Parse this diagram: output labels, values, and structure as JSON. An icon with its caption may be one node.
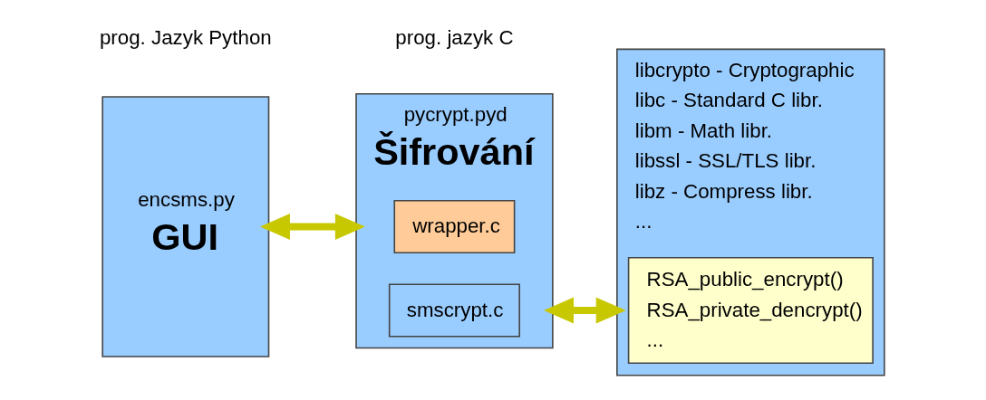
{
  "diagram": {
    "nodes": [
      {
        "text": [
          "encsms.py",
          "GUI"
        ]
      },
      {
        "text": [
          "pycrypt.pyd",
          "Šifrování"
        ]
      },
      {
        "text": [
          "wrapper.c"
        ],
        "in": 1
      },
      {
        "text": [
          "smscrypt.c"
        ],
        "in": 1
      },
      {
        "text": [
          "libcrypto - Cryptographic",
          "libc - Standard C libr.",
          "libm - Math libr.",
          "libssl - SSL/TLS libr.",
          "libz - Compress libr.",
          "..."
        ]
      },
      {
        "text": [
          "RSA_public_encrypt()",
          "RSA_private_dencrypt()",
          "..."
        ],
        "in": 4
      }
    ],
    "edges": [
      {
        "from": 0,
        "to": 1,
        "arrow": "both"
      },
      {
        "from": 1,
        "to": 4,
        "arrow": "both"
      }
    ],
    "labels": [
      "prog. Jazyk Python",
      "prog. jazyk C"
    ]
  }
}
